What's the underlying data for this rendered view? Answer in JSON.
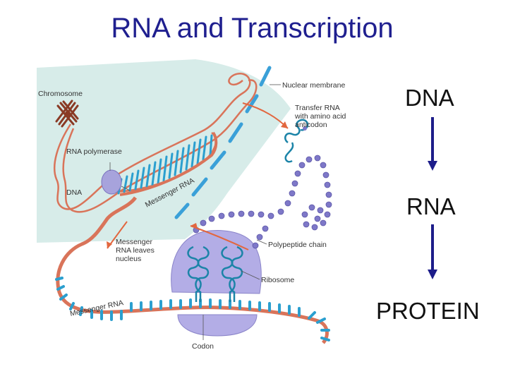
{
  "slide": {
    "title": "RNA and Transcription"
  },
  "diagram": {
    "labels": {
      "chromosome": "Chromosome",
      "nuclear_membrane": "Nuclear membrane",
      "trna_line1": "Transfer RNA",
      "trna_line2": "with amino acid",
      "trna_line3": "anticodon",
      "rna_polymerase": "RNA polymerase",
      "dna": "DNA",
      "messenger_rna_upper": "Messenger RNA",
      "mrna_leaves_line1": "Messenger",
      "mrna_leaves_line2": "RNA leaves",
      "mrna_leaves_line3": "nucleus",
      "polypeptide_chain": "Polypeptide chain",
      "ribosome": "Ribosome",
      "messenger_rna_lower": "Messenger RNA",
      "codon": "Codon"
    },
    "colors": {
      "nucleus": "#d7ece9",
      "membrane": "#3aa0d8",
      "dna_strand": "#d9745a",
      "rna_teeth": "#2b9fcf",
      "polymerase": "#a7a3dc",
      "ribosome": "#b3ade6",
      "amino_bead": "#7e78c8",
      "trna": "#1c84a8",
      "arrow": "#e2673f"
    }
  },
  "flow": {
    "steps": [
      "DNA",
      "RNA",
      "PROTEIN"
    ],
    "arrow_color": "#1d1d8a"
  }
}
